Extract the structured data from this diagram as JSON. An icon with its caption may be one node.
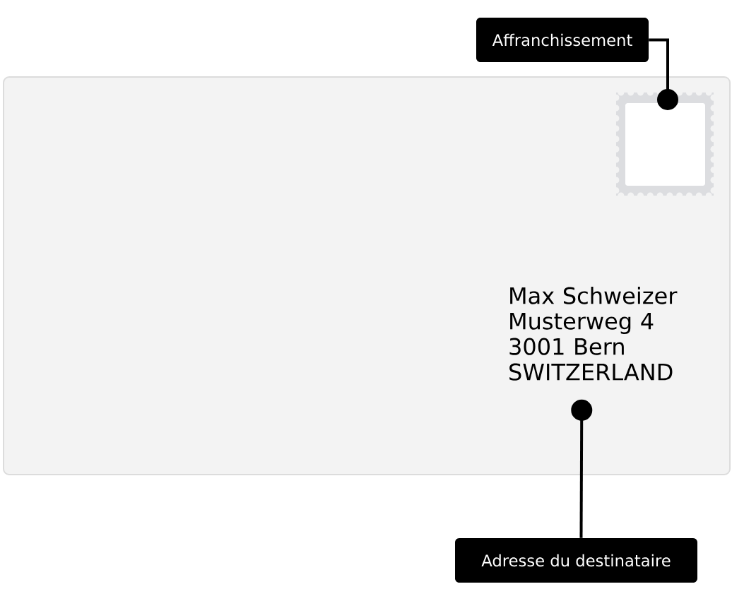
{
  "diagram": {
    "nodes": [
      {
        "text": [
          "Affranchissement"
        ]
      },
      {
        "text": [],
        "shape": "box"
      },
      {
        "text": [],
        "shape": "stamp",
        "in": 1
      },
      {
        "text": [
          "Max Schweizer Musterweg 4 3001 Bern SWITZERLAND"
        ],
        "in": 1
      },
      {
        "text": [
          "Adresse du destinataire"
        ]
      }
    ],
    "edges": [
      {
        "from": 0,
        "to": 2,
        "arrow": "other"
      },
      {
        "from": 4,
        "to": 3,
        "arrow": "other"
      }
    ]
  }
}
